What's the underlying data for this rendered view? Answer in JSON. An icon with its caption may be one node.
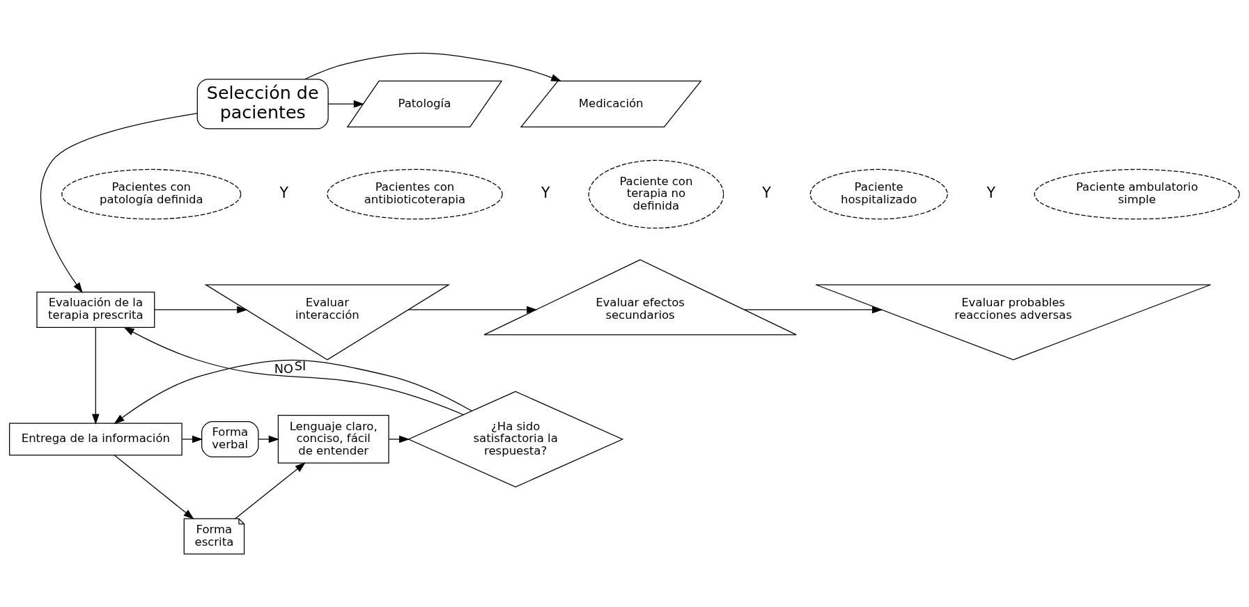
{
  "diagram": {
    "nodes": [
      {
        "text": [
          "Selección de pacientes"
        ]
      },
      {
        "text": [
          "Medicación"
        ]
      },
      {
        "text": [
          "Patología"
        ]
      },
      {
        "text": [
          "Pacientes con patología definida"
        ]
      },
      {
        "text": [
          "Pacientes con antibioticoterapia"
        ]
      },
      {
        "text": [
          "Paciente con terapia no definida"
        ]
      },
      {
        "text": [
          "Paciente hospitalizado"
        ]
      },
      {
        "text": [
          "Paciente ambulatorio simple"
        ]
      },
      {
        "text": [
          "Evaluación de la terapia prescrita"
        ]
      },
      {
        "text": [
          "Evaluar interacción"
        ]
      },
      {
        "text": [
          "Evaluar efectos secundarios"
        ]
      },
      {
        "text": [
          "Evaluar probables reacciones adversas"
        ]
      },
      {
        "text": [
          "Entrega de la información"
        ]
      },
      {
        "text": [
          "Forma verbal"
        ]
      },
      {
        "text": [
          "Forma escrita"
        ]
      },
      {
        "text": [
          "Lenguaje claro, conciso, fácil de entender"
        ]
      },
      {
        "text": [
          "¿Ha sido satisfactoria la respuesta?"
        ]
      }
    ],
    "edges": [
      {
        "from": 0,
        "to": 1,
        "arrow": "to"
      },
      {
        "from": 0,
        "to": 2,
        "arrow": "to"
      },
      {
        "from": 0,
        "to": 8,
        "arrow": "to"
      },
      {
        "from": 8,
        "to": 9,
        "arrow": "to"
      },
      {
        "from": 9,
        "to": 10,
        "arrow": "to"
      },
      {
        "from": 10,
        "to": 11,
        "arrow": "to"
      },
      {
        "from": 8,
        "to": 12,
        "arrow": "to"
      },
      {
        "from": 12,
        "to": 13,
        "arrow": "to"
      },
      {
        "from": 12,
        "to": 14,
        "arrow": "to"
      },
      {
        "from": 13,
        "to": 15,
        "arrow": "to"
      },
      {
        "from": 14,
        "to": 15,
        "arrow": "to"
      },
      {
        "from": 15,
        "to": 16,
        "arrow": "to"
      },
      {
        "from": 16,
        "to": 8,
        "arrow": "to",
        "label": "NO"
      },
      {
        "from": 16,
        "to": 12,
        "arrow": "to",
        "label": "SI"
      }
    ],
    "labels": [
      "Y",
      "Y",
      "Y",
      "Y"
    ]
  }
}
